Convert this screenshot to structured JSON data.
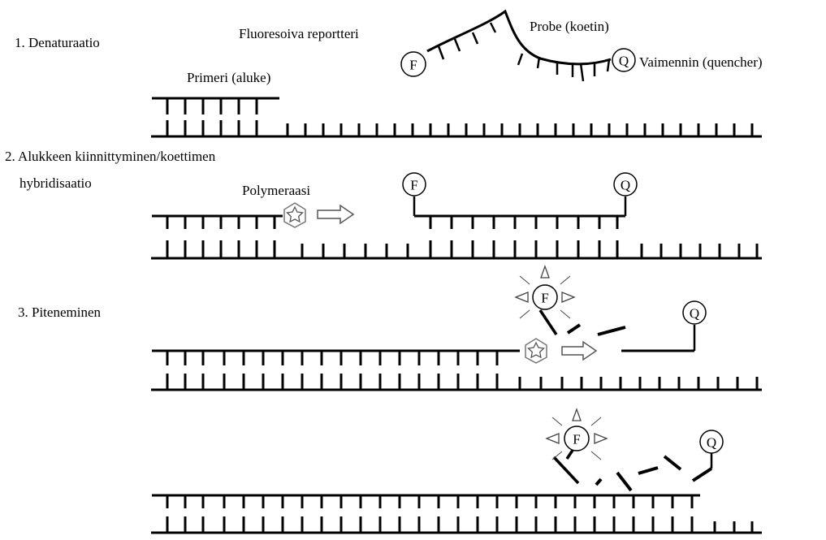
{
  "labels": {
    "step1": "1. Denaturaatio",
    "step2_line1": "2. Alukkeen kiinnittyminen/koettimen",
    "step2_line2": "hybridisaatio",
    "step3": "3. Piteneminen",
    "reporter": "Fluoresoiva reportteri",
    "probe": "Probe (koetin)",
    "quencher": "Vaimennin (quencher)",
    "primer": "Primeri (aluke)",
    "polymerase": "Polymeraasi"
  },
  "symbols": {
    "reporter_letter": "F",
    "quencher_letter": "Q"
  },
  "colors": {
    "ink": "#000000",
    "enzyme": "#777777",
    "arrow": "#555555"
  },
  "icons": [
    "polymerase-star-icon",
    "movement-arrow-icon",
    "fluorescence-burst-icon"
  ]
}
